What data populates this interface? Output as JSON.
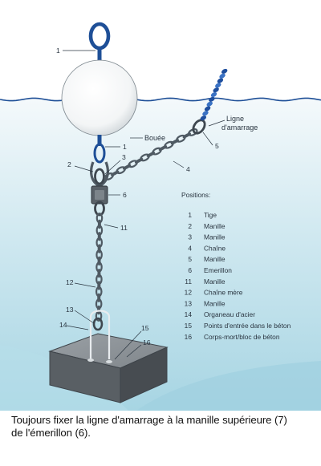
{
  "labels": {
    "buoy": "Bouée",
    "mooring_line_1": "Ligne",
    "mooring_line_2": "d'amarrage",
    "n1a": "1",
    "n1b": "1",
    "n2": "2",
    "n3": "3",
    "n4": "4",
    "n5": "5",
    "n6": "6",
    "n11": "11",
    "n12": "12",
    "n13": "13",
    "n14": "14",
    "n15": "15",
    "n16": "16"
  },
  "legend": {
    "title": "Positions:",
    "items": [
      {
        "num": "1",
        "text": "Tige"
      },
      {
        "num": "2",
        "text": "Manille"
      },
      {
        "num": "3",
        "text": "Manille"
      },
      {
        "num": "4",
        "text": "Chaîne"
      },
      {
        "num": "5",
        "text": "Manille"
      },
      {
        "num": "6",
        "text": "Emerillon"
      },
      {
        "num": "11",
        "text": "Manille"
      },
      {
        "num": "12",
        "text": "Chaîne mère"
      },
      {
        "num": "13",
        "text": "Manille"
      },
      {
        "num": "14",
        "text": "Organeau d'acier"
      },
      {
        "num": "15",
        "text": "Points d'entrée dans le béton"
      },
      {
        "num": "16",
        "text": "Corps-mort/bloc de béton"
      }
    ]
  },
  "caption": {
    "line1": "Toujours fixer la ligne d'amarrage à la manille supérieure (7)",
    "line2": "de l'émerillon (6)."
  },
  "colors": {
    "water_top": "#eef5f8",
    "water_bottom": "#a9d6e4",
    "chain": "#4f5a63",
    "rope": "#1f4f9e",
    "label": "#2a3540"
  }
}
